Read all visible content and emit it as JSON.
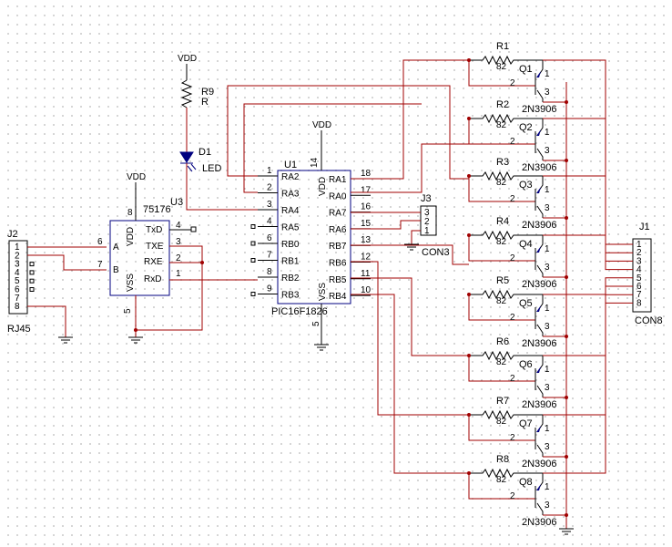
{
  "labels": {
    "vdd": "VDD",
    "r9_ref": "R9",
    "r9_val": "R",
    "d1_ref": "D1",
    "d1_val": "LED",
    "u3_ref": "U3",
    "u3_val": "75176",
    "u1_ref": "U1",
    "u1_val": "PIC16F1826",
    "j2_ref": "J2",
    "j2_val": "RJ45",
    "j3_ref": "J3",
    "j3_val": "CON3",
    "j1_ref": "J1",
    "j1_val": "CON8",
    "res_val": "82",
    "tr_val": "2N3906"
  },
  "u3_pins": {
    "vdd": "VDD",
    "vss": "VSS",
    "a": "A",
    "b": "B",
    "txd": "TxD",
    "txe": "TXE",
    "rxe": "RXE",
    "rxd": "RxD",
    "n8": "8",
    "n5": "5",
    "n6": "6",
    "n7": "7",
    "n4": "4",
    "n3": "3",
    "n2": "2",
    "n1": "1"
  },
  "u1_pins": {
    "vdd": "VDD",
    "vss": "VSS",
    "n14": "14",
    "n5": "5",
    "left": [
      {
        "num": "1",
        "name": "RA2"
      },
      {
        "num": "2",
        "name": "RA3"
      },
      {
        "num": "3",
        "name": "RA4"
      },
      {
        "num": "4",
        "name": "RA5"
      },
      {
        "num": "6",
        "name": "RB0"
      },
      {
        "num": "7",
        "name": "RB1"
      },
      {
        "num": "8",
        "name": "RB2"
      },
      {
        "num": "9",
        "name": "RB3"
      }
    ],
    "right": [
      {
        "num": "18",
        "name": "RA1"
      },
      {
        "num": "17",
        "name": "RA0"
      },
      {
        "num": "16",
        "name": "RA7"
      },
      {
        "num": "15",
        "name": "RA6"
      },
      {
        "num": "13",
        "name": "RB7"
      },
      {
        "num": "12",
        "name": "RB6"
      },
      {
        "num": "11",
        "name": "RB5"
      },
      {
        "num": "10",
        "name": "RB4"
      }
    ]
  },
  "j2_pins": [
    "1",
    "2",
    "3",
    "4",
    "5",
    "6",
    "7",
    "8"
  ],
  "j1_pins": [
    "1",
    "2",
    "3",
    "4",
    "5",
    "6",
    "7",
    "8"
  ],
  "j3_pins": [
    "3",
    "2",
    "1"
  ],
  "transistors": [
    {
      "r": "R1",
      "q": "Q1"
    },
    {
      "r": "R2",
      "q": "Q2"
    },
    {
      "r": "R3",
      "q": "Q3"
    },
    {
      "r": "R4",
      "q": "Q4"
    },
    {
      "r": "R5",
      "q": "Q5"
    },
    {
      "r": "R6",
      "q": "Q6"
    },
    {
      "r": "R7",
      "q": "Q7"
    },
    {
      "r": "R8",
      "q": "Q8"
    }
  ],
  "tr_pins": {
    "p1": "1",
    "p2": "2",
    "p3": "3"
  },
  "colors": {
    "wire": "#a00000",
    "part": "#000000",
    "chip": "#000080",
    "grid": "#c8c8c8"
  }
}
